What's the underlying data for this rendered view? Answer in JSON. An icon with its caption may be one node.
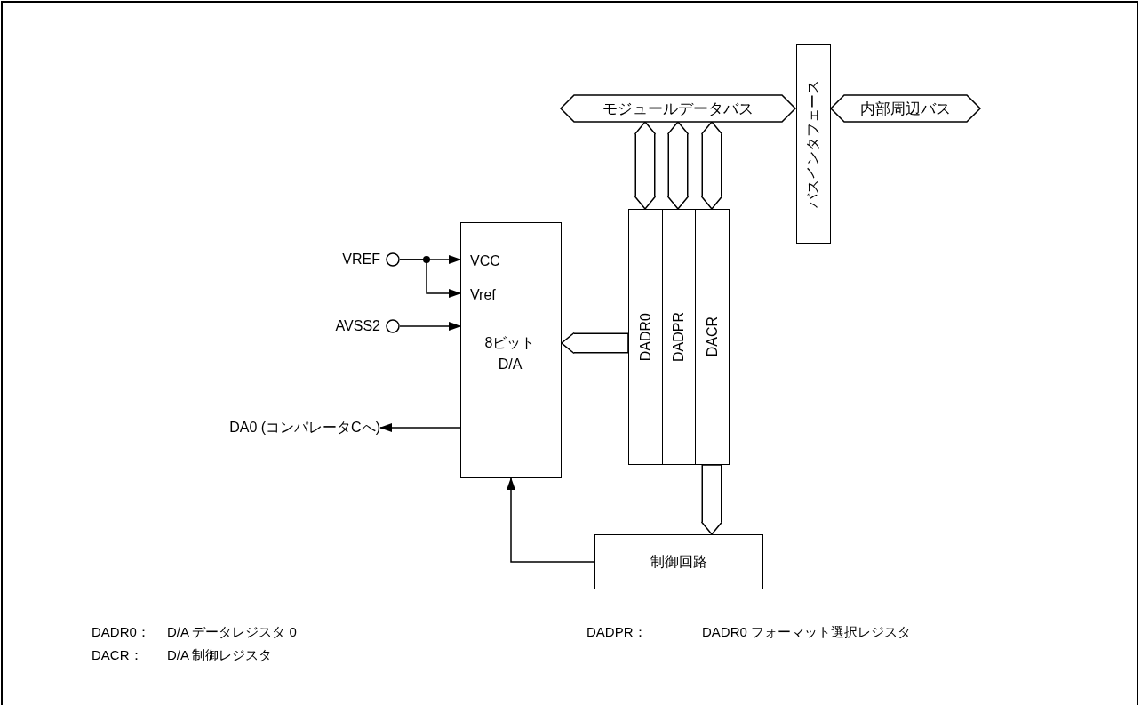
{
  "diagram": {
    "nodes": [
      {
        "text": [
          "モジュールデータバス"
        ]
      },
      {
        "text": [
          "バスインタフェース"
        ]
      },
      {
        "text": [
          "内部周辺バス"
        ]
      },
      {
        "text": [
          "DADR0"
        ]
      },
      {
        "text": [
          "DADPR"
        ]
      },
      {
        "text": [
          "DACR"
        ]
      },
      {
        "text": [
          "VCC",
          "Vref",
          "8ビット D/A"
        ]
      },
      {
        "text": [
          "制御回路"
        ]
      },
      {
        "text": [
          "VREF"
        ]
      },
      {
        "text": [
          "AVSS2"
        ]
      },
      {
        "text": [
          "DA0 (コンパレータCへ)"
        ]
      }
    ],
    "edges": [
      {
        "from": 0,
        "to": 3,
        "arrow": "both",
        "style": "thick"
      },
      {
        "from": 0,
        "to": 4,
        "arrow": "both",
        "style": "thick"
      },
      {
        "from": 0,
        "to": 5,
        "arrow": "both",
        "style": "thick"
      },
      {
        "from": 3,
        "to": 6,
        "arrow": "to",
        "style": "thick"
      },
      {
        "from": 5,
        "to": 7,
        "arrow": "to",
        "style": "thick"
      },
      {
        "from": 7,
        "to": 6,
        "arrow": "to"
      },
      {
        "from": 8,
        "to": 6,
        "arrow": "to"
      },
      {
        "from": 8,
        "to": 6,
        "arrow": "to"
      },
      {
        "from": 9,
        "to": 6,
        "arrow": "to"
      },
      {
        "from": 6,
        "to": 10,
        "arrow": "to"
      }
    ],
    "labels": [
      "DADR0：",
      "D/A データレジスタ 0",
      "DADPR：",
      "DADR0 フォーマット選択レジスタ",
      "DACR：",
      "D/A 制御レジスタ"
    ]
  }
}
